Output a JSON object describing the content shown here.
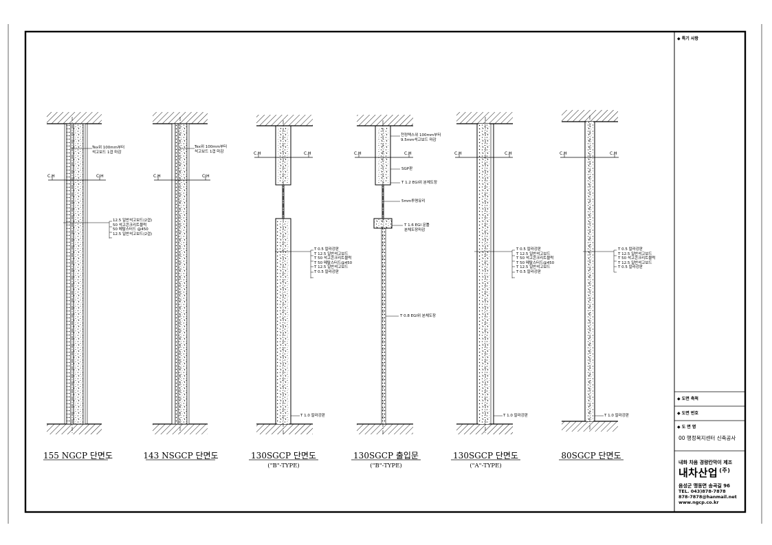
{
  "sections": [
    {
      "title": "155 NGCP 단면도",
      "subtitle": "",
      "top_note": [
        "Tex위 100mm부터",
        "석고보드 1겹 마감"
      ],
      "layers": [
        "12.5 일반석고보드(2겹)",
        "50    석고콘크리트블럭",
        "50    메탈스터드 @450",
        "12.5 일반석고보드(2겹)"
      ],
      "bottom_note": ""
    },
    {
      "title": "143 NSGCP 단면도",
      "subtitle": "",
      "top_note": [
        "Tex위 100mm부터",
        "석고보드 1겹 마감"
      ],
      "layers": [],
      "bottom_note": ""
    },
    {
      "title": "130SGCP 단면도",
      "subtitle": "(\"B\"-TYPE)",
      "top_note": [],
      "layers": [
        "T 0.5   칼라강판",
        "T 12.5 일반석고보드",
        "T 50     석고콘크리트블럭",
        "T 50     메탈스터드@450",
        "T 12.5 일반석고보드",
        "T 0.5   칼라강판"
      ],
      "bottom_note": "T 1.0  칼라강판"
    },
    {
      "title": "130SGCP 출입문",
      "subtitle": "(\"B\"-TYPE)",
      "top_note": [
        "천정텍스위 100mm부터",
        "9.5mm석고보드 마감"
      ],
      "mid_notes": [
        "SGP판",
        "T 1.2 EGI위 분체도장",
        "5mm투명유리",
        "T 1.6 EGI 문틀",
        "분체도장마감",
        "T 0.8 EGI위 분체도장"
      ],
      "layers": [],
      "bottom_note": ""
    },
    {
      "title": "130SGCP 단면도",
      "subtitle": "(\"A\"-TYPE)",
      "top_note": [],
      "layers": [
        "T 0.5   칼라강판",
        "T 12.5 일반석고보드",
        "T 50     석고콘크리트블럭",
        "T 50     메탈스터드@450",
        "T 12.5 일반석고보드",
        "T 0.5   칼라강판"
      ],
      "bottom_note": "T 1.0  칼라강판"
    },
    {
      "title": "80SGCP 단면도",
      "subtitle": "",
      "top_note": [],
      "layers": [
        "T 0.5   칼라강판",
        "T 12.5 일반석고보드",
        "T 50     석고콘크리트블럭",
        "T 12.5 일반석고보드",
        "T 0.5   칼라강판"
      ],
      "bottom_note": "T 1.0  칼라강판"
    }
  ],
  "ch_label": "C.H",
  "title_block": {
    "notes_header": "◆ 특기 사항",
    "scale_header": "◆ 도면 축척",
    "number_header": "◆ 도면 번호",
    "name_header": "◆ 도 면 명",
    "project_name": "00 행정복지센터 신축공사",
    "company_tagline": "내화 차음 경량칸막이 제조",
    "company_name": "내차산업",
    "company_suffix": "(주)",
    "address": "음성군 맹동면 송곡길 96",
    "tel": "TEL. 043)878-7878",
    "email": "878-7878@hanmail.net",
    "web": "www.ngcp.co.kr"
  }
}
